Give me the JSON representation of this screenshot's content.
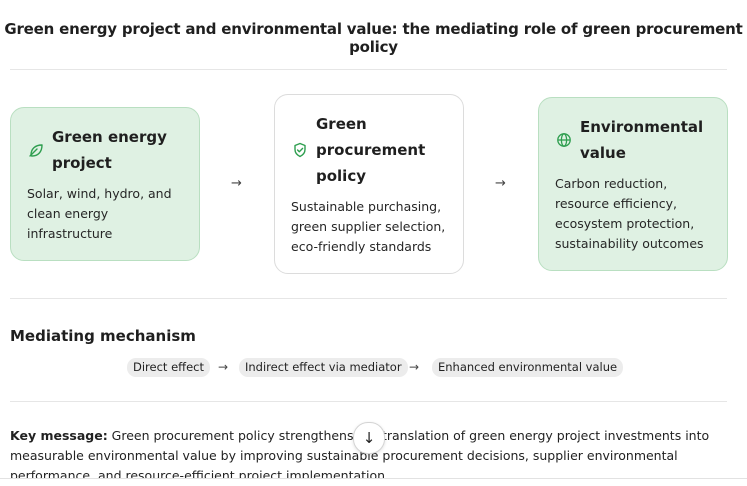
{
  "title": "Green energy project and environmental value: the mediating role of green procurement policy",
  "nodes": [
    {
      "title": "Green energy project",
      "description": "Solar, wind, hydro, and clean energy infrastructure",
      "icon": "leaf-icon"
    },
    {
      "title": "Green procurement policy",
      "description": "Sustainable purchasing, green supplier selection, eco-friendly standards",
      "icon": "shield-check-icon"
    },
    {
      "title": "Environmental value",
      "description": "Carbon reduction, resource efficiency, ecosystem protection, sustainability outcomes",
      "icon": "globe-icon"
    }
  ],
  "arrows": [
    "→",
    "→"
  ],
  "mechanism": {
    "title": "Mediating mechanism",
    "steps": [
      "Direct effect",
      "Indirect effect via mediator",
      "Enhanced environmental value"
    ]
  },
  "key_message": {
    "label": "Key message:",
    "text": " Green procurement policy strengthens the translation of green energy project investments into measurable environmental value by improving sustainable procurement decisions, supplier environmental performance, and resource-efficient project implementation."
  },
  "scroll_button": "↓",
  "colors": {
    "node_fill": "#dff1e3",
    "node_border": "#b9dfc1",
    "icon": "#2e9e4f"
  }
}
